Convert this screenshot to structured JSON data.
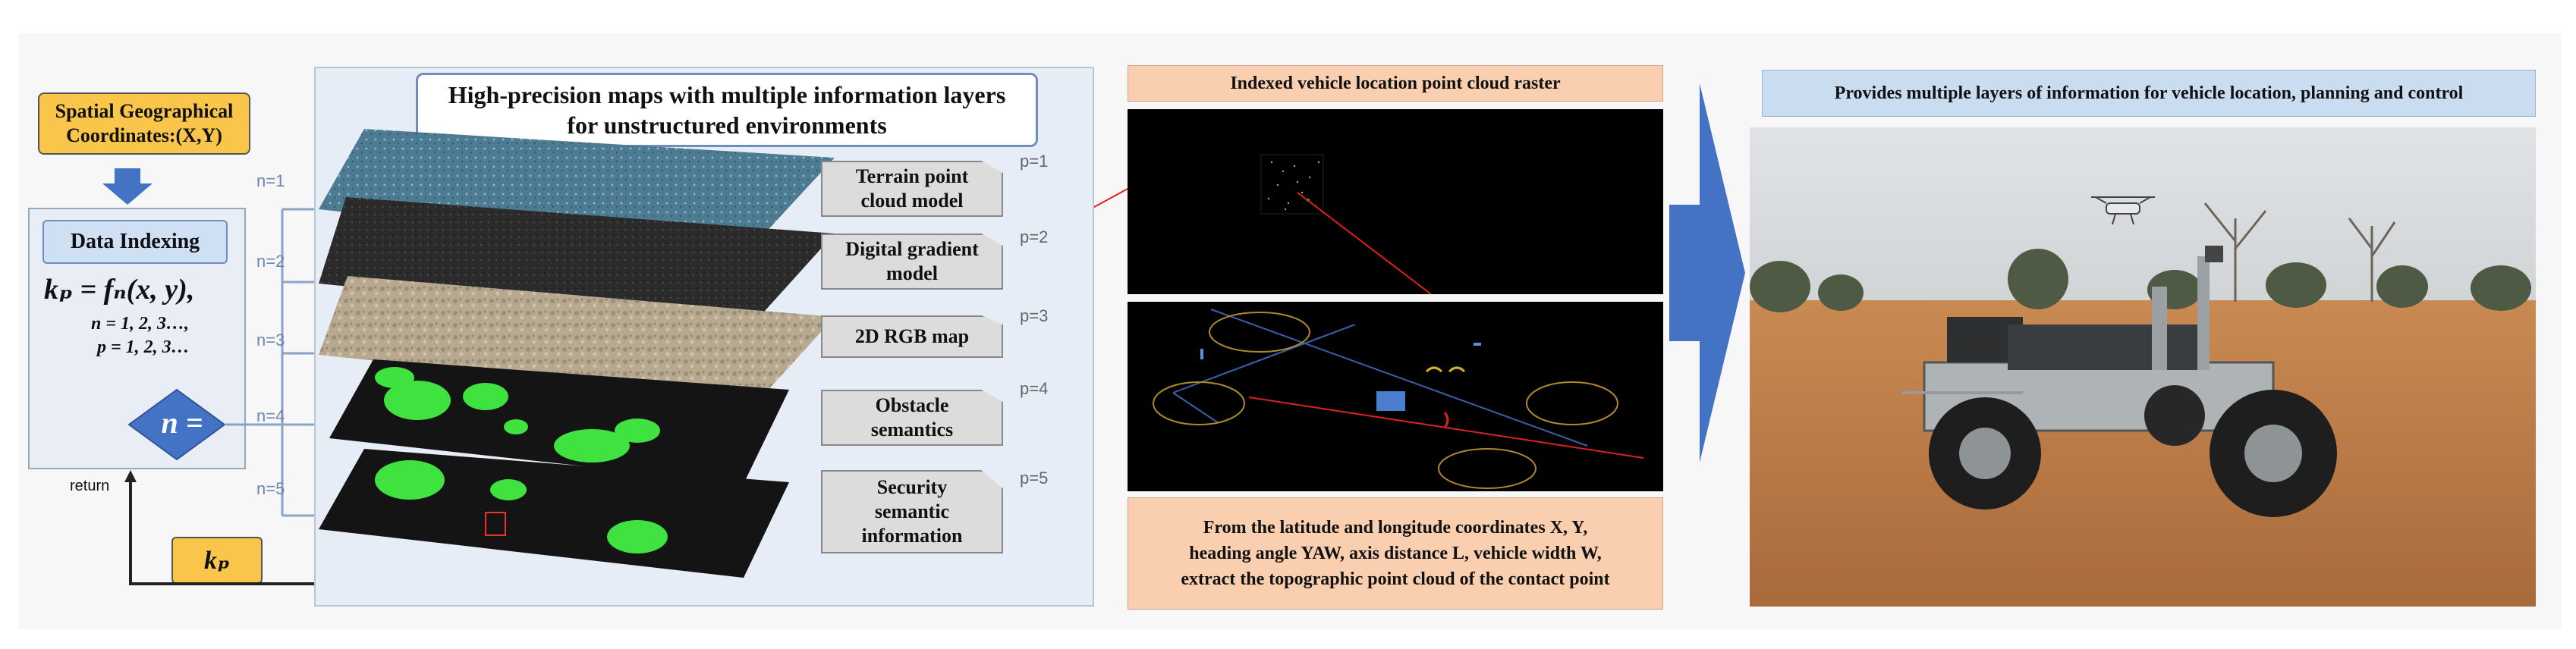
{
  "left": {
    "coords_line1": "Spatial Geographical",
    "coords_line2": "Coordinates:(X,Y)",
    "index_title": "Data Indexing",
    "formula": "kₚ = fₙ(x, y),",
    "formula_n": "n = 1, 2, 3…,",
    "formula_p": "p = 1, 2, 3…",
    "diamond_label": "n =",
    "return_label": "return",
    "kp_label": "kₚ"
  },
  "map": {
    "title_line1": "High-precision maps with multiple information layers",
    "title_line2": "for unstructured environments",
    "n_labels": [
      "n=1",
      "n=2",
      "n=3",
      "n=4",
      "n=5"
    ],
    "p_labels": [
      "p=1",
      "p=2",
      "p=3",
      "p=4",
      "p=5"
    ],
    "layers": [
      [
        "Terrain point",
        "cloud model"
      ],
      [
        "Digital gradient",
        "model"
      ],
      [
        "2D RGB map"
      ],
      [
        "Obstacle",
        "semantics"
      ],
      [
        "Security",
        "semantic",
        "information"
      ]
    ],
    "colors": {
      "terrain": "#4d7b91",
      "gradient": "#2a2a2a",
      "rgb": "#b9a88f",
      "obstacle_bg": "#141414",
      "obstacle_fg": "#3fe23f"
    }
  },
  "middle": {
    "title": "Indexed vehicle location point cloud raster",
    "caption_lines": [
      "From the latitude and longitude coordinates X, Y,",
      "heading angle YAW, axis distance L, vehicle width W,",
      "extract the topographic point cloud of the contact point"
    ]
  },
  "right": {
    "title": "Provides multiple layers of information for vehicle location, planning and control"
  }
}
